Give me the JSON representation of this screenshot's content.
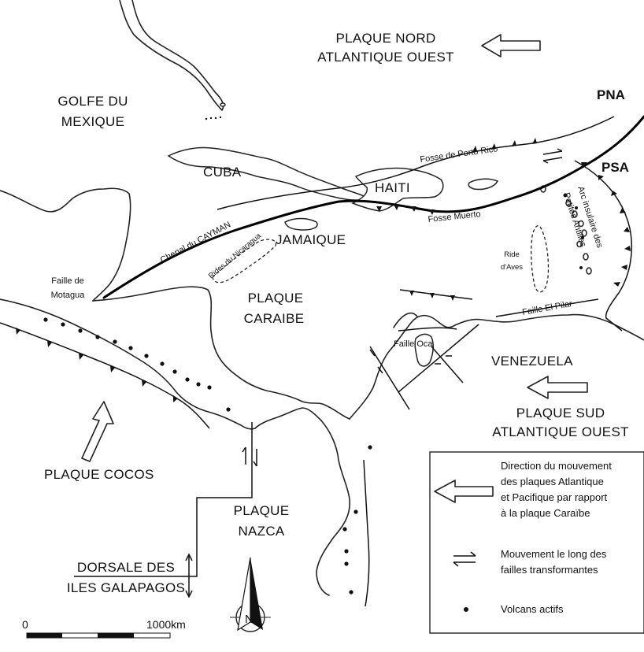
{
  "labels": {
    "north_plate": [
      "PLAQUE NORD",
      "ATLANTIQUE OUEST"
    ],
    "south_plate": [
      "PLAQUE SUD",
      "ATLANTIQUE OUEST"
    ],
    "gulf": [
      "GOLFE DU",
      "MEXIQUE"
    ],
    "cuba": "CUBA",
    "haiti": "HAITI",
    "jamaica": "JAMAIQUE",
    "caribbean_plate": [
      "PLAQUE",
      "CARAIBE"
    ],
    "venezuela": "VENEZUELA",
    "cocos": "PLAQUE COCOS",
    "nazca": [
      "PLAQUE",
      "NAZCA"
    ],
    "galapagos": [
      "DORSALE DES",
      "ILES GALAPAGOS"
    ],
    "pna": "PNA",
    "psa": "PSA",
    "cayman": "Chenal du CAYMAN",
    "nicaragua": "Rides du Nicaragua",
    "motagua": [
      "Faille de",
      "Motagua"
    ],
    "porto_rico": "Fosse de Porto Rico",
    "muerto": "Fosse Muerto",
    "antilles": [
      "Arc insulaire des",
      "Petites Antilles"
    ],
    "aves": [
      "Ride",
      "d'Aves"
    ],
    "el_pilar": "Faille El Pilar",
    "oca": "Faille Oca"
  },
  "scale": {
    "start": "0",
    "end": "1000km"
  },
  "compass": {
    "north": "N"
  },
  "legend": {
    "items": [
      {
        "icon": "plate-motion-arrow-icon",
        "lines": [
          "Direction du mouvement",
          "des plaques Atlantique",
          "et Pacifique par rapport",
          "à la plaque Caraïbe"
        ]
      },
      {
        "icon": "transform-fault-arrows-icon",
        "lines": [
          "Mouvement le long des",
          "failles transformantes"
        ]
      },
      {
        "icon": "volcano-dot-icon",
        "lines": [
          "Volcans actifs"
        ]
      }
    ]
  }
}
